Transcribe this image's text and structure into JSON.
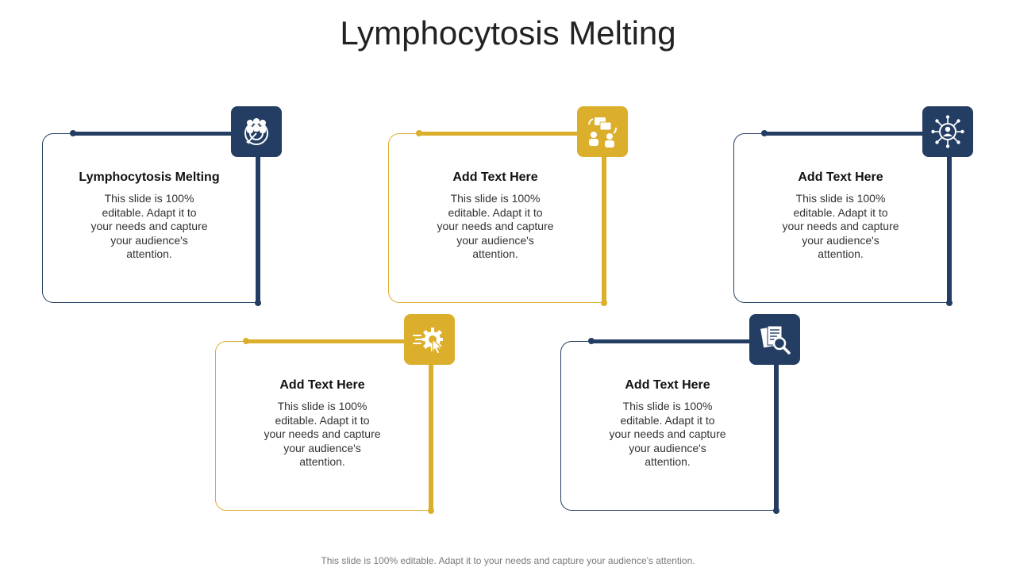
{
  "title": "Lymphocytosis Melting",
  "footer": "This slide is 100% editable. Adapt it to your needs and capture your audience's attention.",
  "colors": {
    "navy": "#243e63",
    "gold": "#dbae2c"
  },
  "cards": [
    {
      "heading": "Lymphocytosis Melting",
      "body": "This slide is 100% editable. Adapt it to your needs and capture your audience's attention.",
      "color": "navy",
      "icon": "team-target-icon"
    },
    {
      "heading": "Add Text Here",
      "body": "This slide is 100% editable. Adapt it to your needs and capture your audience's attention.",
      "color": "gold",
      "icon": "discussion-icon"
    },
    {
      "heading": "Add Text Here",
      "body": "This slide is 100% editable. Adapt it to your needs and capture your audience's attention.",
      "color": "navy",
      "icon": "network-user-icon"
    },
    {
      "heading": "Add Text Here",
      "body": "This slide is 100% editable. Adapt it to your needs and capture your audience's attention.",
      "color": "gold",
      "icon": "gear-cursor-icon"
    },
    {
      "heading": "Add Text Here",
      "body": "This slide is 100% editable. Adapt it to your needs and capture your audience's attention.",
      "color": "navy",
      "icon": "document-search-icon"
    }
  ]
}
